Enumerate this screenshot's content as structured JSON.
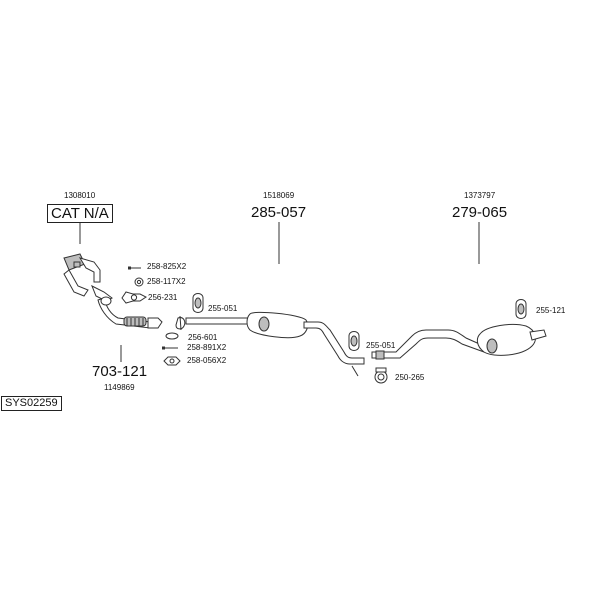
{
  "system_code": "SYS02259",
  "front_section": {
    "cat_code": "1308010",
    "cat_label": "CAT N/A",
    "pipe_number": "703-121",
    "pipe_code": "1149869"
  },
  "middle_section": {
    "code": "1518069",
    "number": "285-057"
  },
  "rear_section": {
    "code": "1373797",
    "number": "279-065"
  },
  "fittings": {
    "bolt_a": "258-825X2",
    "washer_a": "258-117X2",
    "gasket_flange": "256-231",
    "rubber_mount_front": "255-051",
    "ring_gasket": "256-601",
    "bolt_b": "258-891X2",
    "nut": "258-056X2",
    "rubber_mount_mid": "255-051",
    "clamp": "250-265",
    "rubber_mount_rear": "255-121"
  }
}
